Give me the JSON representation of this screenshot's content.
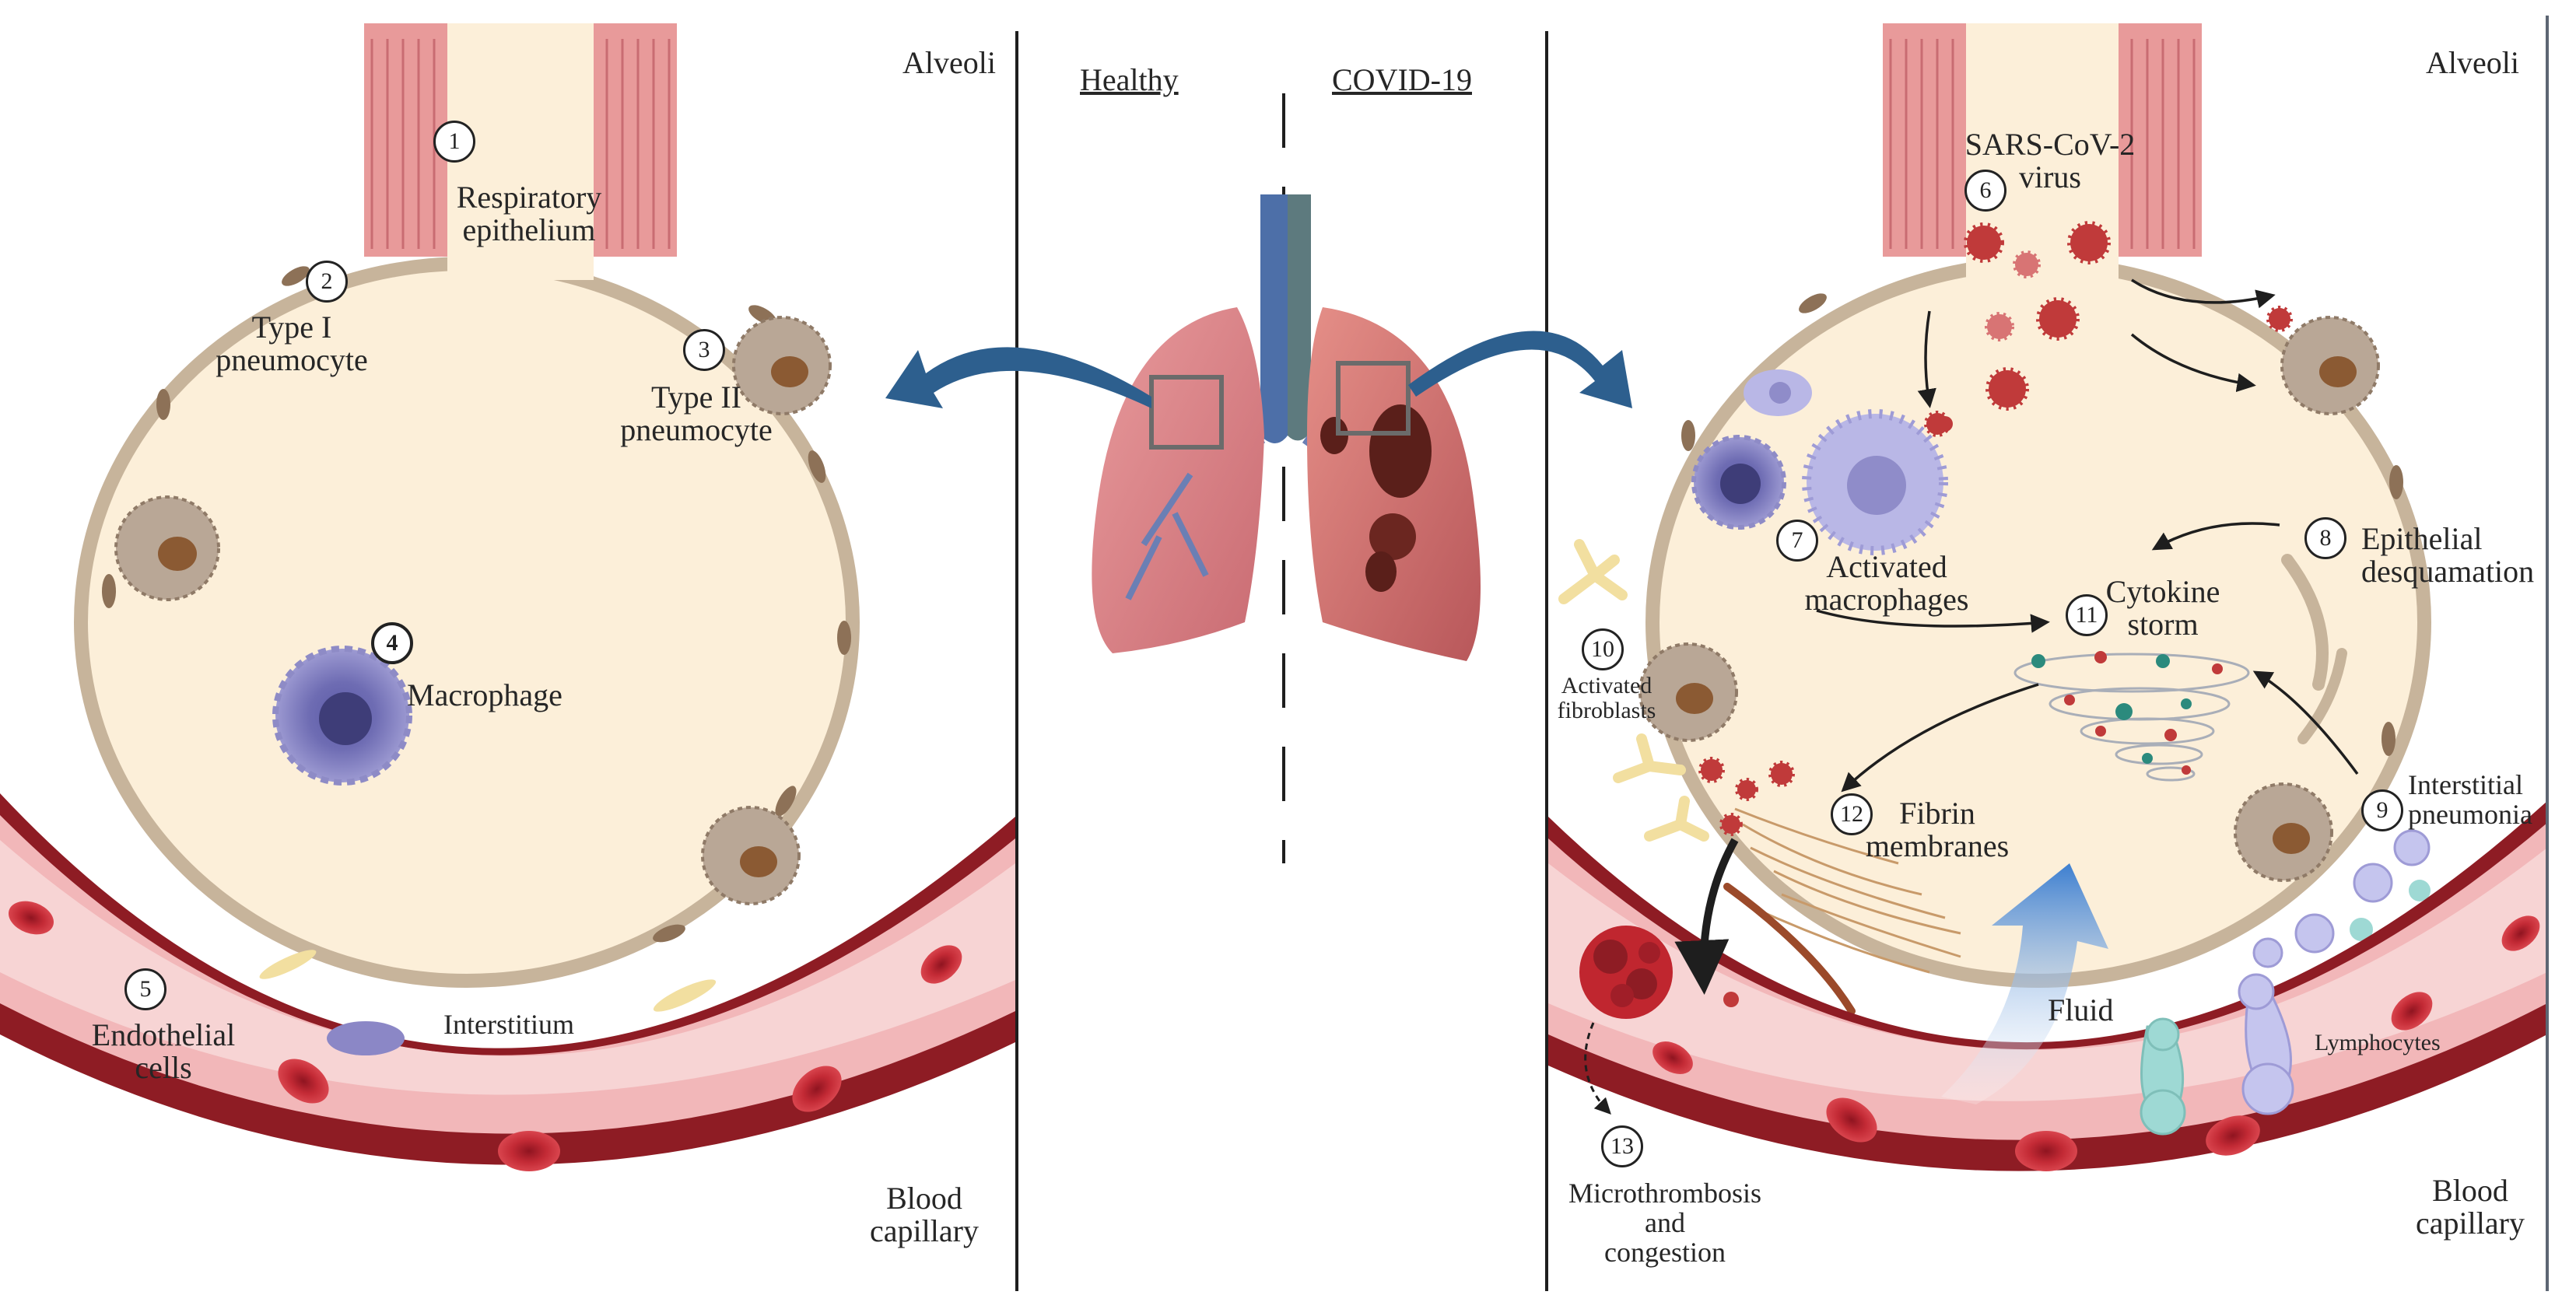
{
  "headers": {
    "left": "Healthy",
    "right": "COVID-19"
  },
  "left_panel": {
    "alveoli": "Alveoli",
    "blood_capillary": [
      "Blood",
      "capillary"
    ],
    "interstitium": "Interstitium",
    "labels": {
      "n1": {
        "num": "1",
        "text": [
          "Respiratory",
          "epithelium"
        ]
      },
      "n2": {
        "num": "2",
        "text": [
          "Type I",
          "pneumocyte"
        ]
      },
      "n3": {
        "num": "3",
        "text": [
          "Type II",
          "pneumocyte"
        ]
      },
      "n4": {
        "num": "4",
        "text": [
          "Macrophage"
        ]
      },
      "n5": {
        "num": "5",
        "text": [
          "Endothelial",
          "cells"
        ]
      }
    }
  },
  "right_panel": {
    "alveoli": "Alveoli",
    "blood_capillary": [
      "Blood",
      "capillary"
    ],
    "fluid": "Fluid",
    "lymphocytes": "Lymphocytes",
    "labels": {
      "n6": {
        "num": "6",
        "text": [
          "SARS-CoV-2",
          "virus"
        ]
      },
      "n7": {
        "num": "7",
        "text": [
          "Activated",
          "macrophages"
        ]
      },
      "n8": {
        "num": "8",
        "text": [
          "Epithelial",
          "desquamation"
        ]
      },
      "n9": {
        "num": "9",
        "text": [
          "Interstitial",
          "pneumonia"
        ]
      },
      "n10": {
        "num": "10",
        "text": [
          "Activated",
          "fibroblasts"
        ]
      },
      "n11": {
        "num": "11",
        "text": [
          "Cytokine",
          "storm"
        ]
      },
      "n12": {
        "num": "12",
        "text": [
          "Fibrin",
          "membranes"
        ]
      },
      "n13": {
        "num": "13",
        "text": [
          "Microthrombosis",
          "and",
          "congestion"
        ]
      }
    }
  },
  "colors": {
    "alveolar_fill": "#fcefd9",
    "wall": "#c8b59d",
    "epithelium": "#e89a9a",
    "vessel_dark": "#8e1c24",
    "vessel_light": "#f6cfcf",
    "rbc": "#b3232e",
    "macrophage": "#8b87c6",
    "virus": "#c03a3a",
    "arrow_blue": "#2d5f8e",
    "fluid_blue": "#3d7fd0"
  }
}
